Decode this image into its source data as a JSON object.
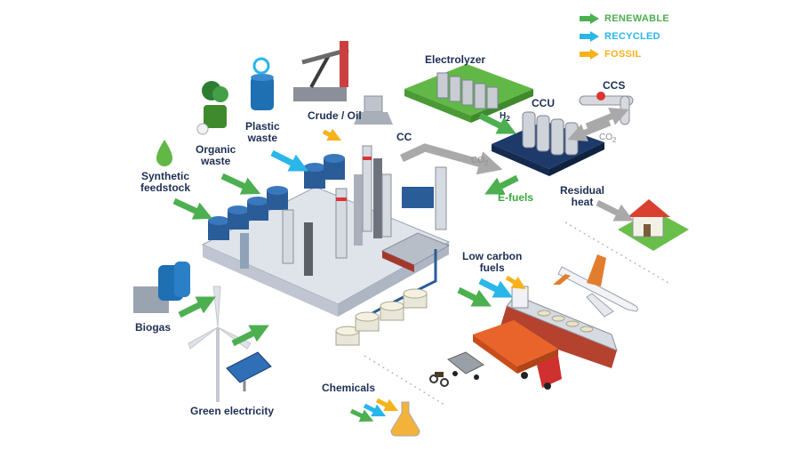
{
  "legend": [
    {
      "label": "RENEWABLE",
      "color": "#4caf50"
    },
    {
      "label": "RECYCLED",
      "color": "#29b6e8"
    },
    {
      "label": "FOSSIL",
      "color": "#f6b21a"
    }
  ],
  "labels": {
    "electrolyzer": "Electrolyzer",
    "ccu": "CCU",
    "ccs": "CCS",
    "cc": "CC",
    "crude_oil": "Crude / Oil",
    "plastic_line1": "Plastic",
    "plastic_line2": "waste",
    "organic_line1": "Organic",
    "organic_line2": "waste",
    "synthetic_line1": "Synthetic",
    "synthetic_line2": "feedstock",
    "biogas": "Biogas",
    "green_electricity": "Green electricity",
    "chemicals": "Chemicals",
    "low_carbon_line1": "Low carbon",
    "low_carbon_line2": "fuels",
    "residual_line1": "Residual",
    "residual_line2": "heat",
    "efuels": "E-fuels",
    "h2": "H",
    "h2_sub": "2",
    "co2_a": "CO",
    "co2_a_sub": "2",
    "co2_b": "CO",
    "co2_b_sub": "2"
  },
  "colors": {
    "renewable": "#4caf50",
    "recycled": "#29b6e8",
    "fossil": "#f6b21a",
    "process_gray": "#a9a9a9",
    "label_navy": "#1e2f55",
    "ccu_platform": "#1d3a6b",
    "grass": "#6abf4b"
  }
}
